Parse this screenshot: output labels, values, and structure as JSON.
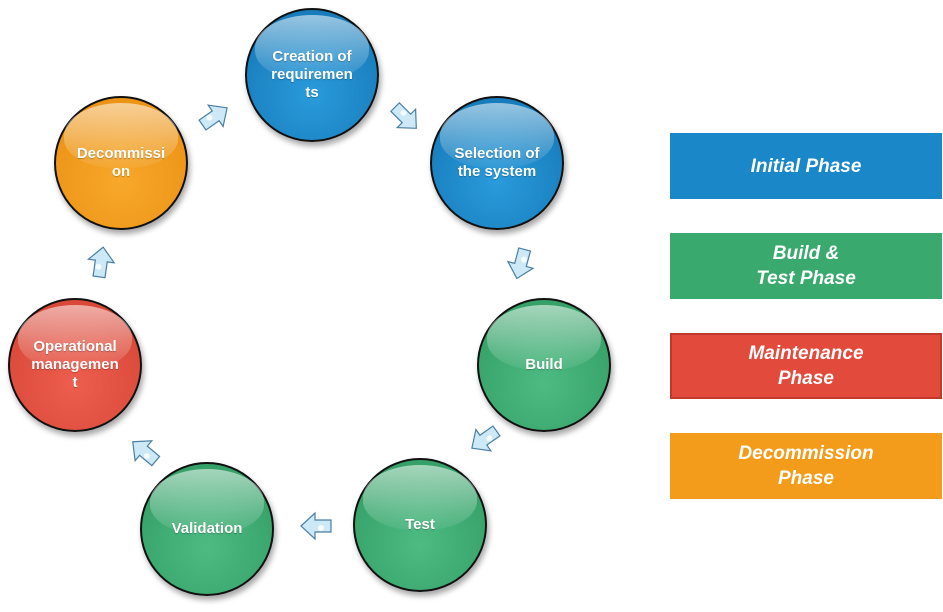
{
  "cycle": {
    "creation": "Creation of requiremen ts",
    "selection": "Selection of the system",
    "build": "Build",
    "test": "Test",
    "validation": "Validation",
    "operational": "Operational managemen t",
    "decommission": "Decommissi on"
  },
  "legend": {
    "initial": "Initial Phase",
    "build_test": "Build &\nTest Phase",
    "maintenance": "Maintenance\nPhase",
    "decommission": "Decommission\nPhase"
  },
  "colors": {
    "initial": "#1a87c9",
    "build_test": "#3aa96e",
    "maintenance": "#e24b3b",
    "decommission": "#f39c1b",
    "arrow": "#cde9f7"
  }
}
